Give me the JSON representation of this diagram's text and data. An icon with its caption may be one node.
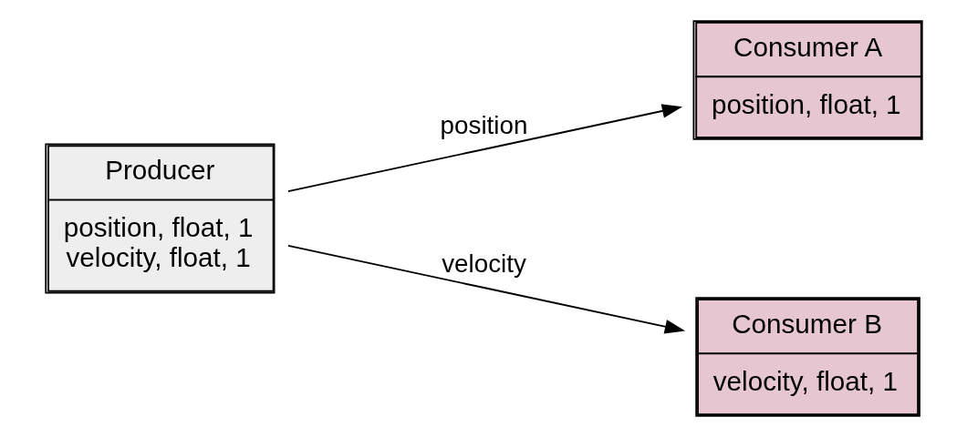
{
  "diagram": {
    "nodes": [
      {
        "text": [
          "Producer",
          "position, float, 1",
          "velocity, float, 1"
        ]
      },
      {
        "text": [
          "Consumer A",
          "position, float, 1"
        ]
      },
      {
        "text": [
          "Consumer B",
          "velocity, float, 1"
        ]
      }
    ],
    "edges": [
      {
        "from": 0,
        "to": 1,
        "arrow": "to",
        "label": "position"
      },
      {
        "from": 0,
        "to": 2,
        "arrow": "to",
        "label": "velocity"
      }
    ]
  }
}
